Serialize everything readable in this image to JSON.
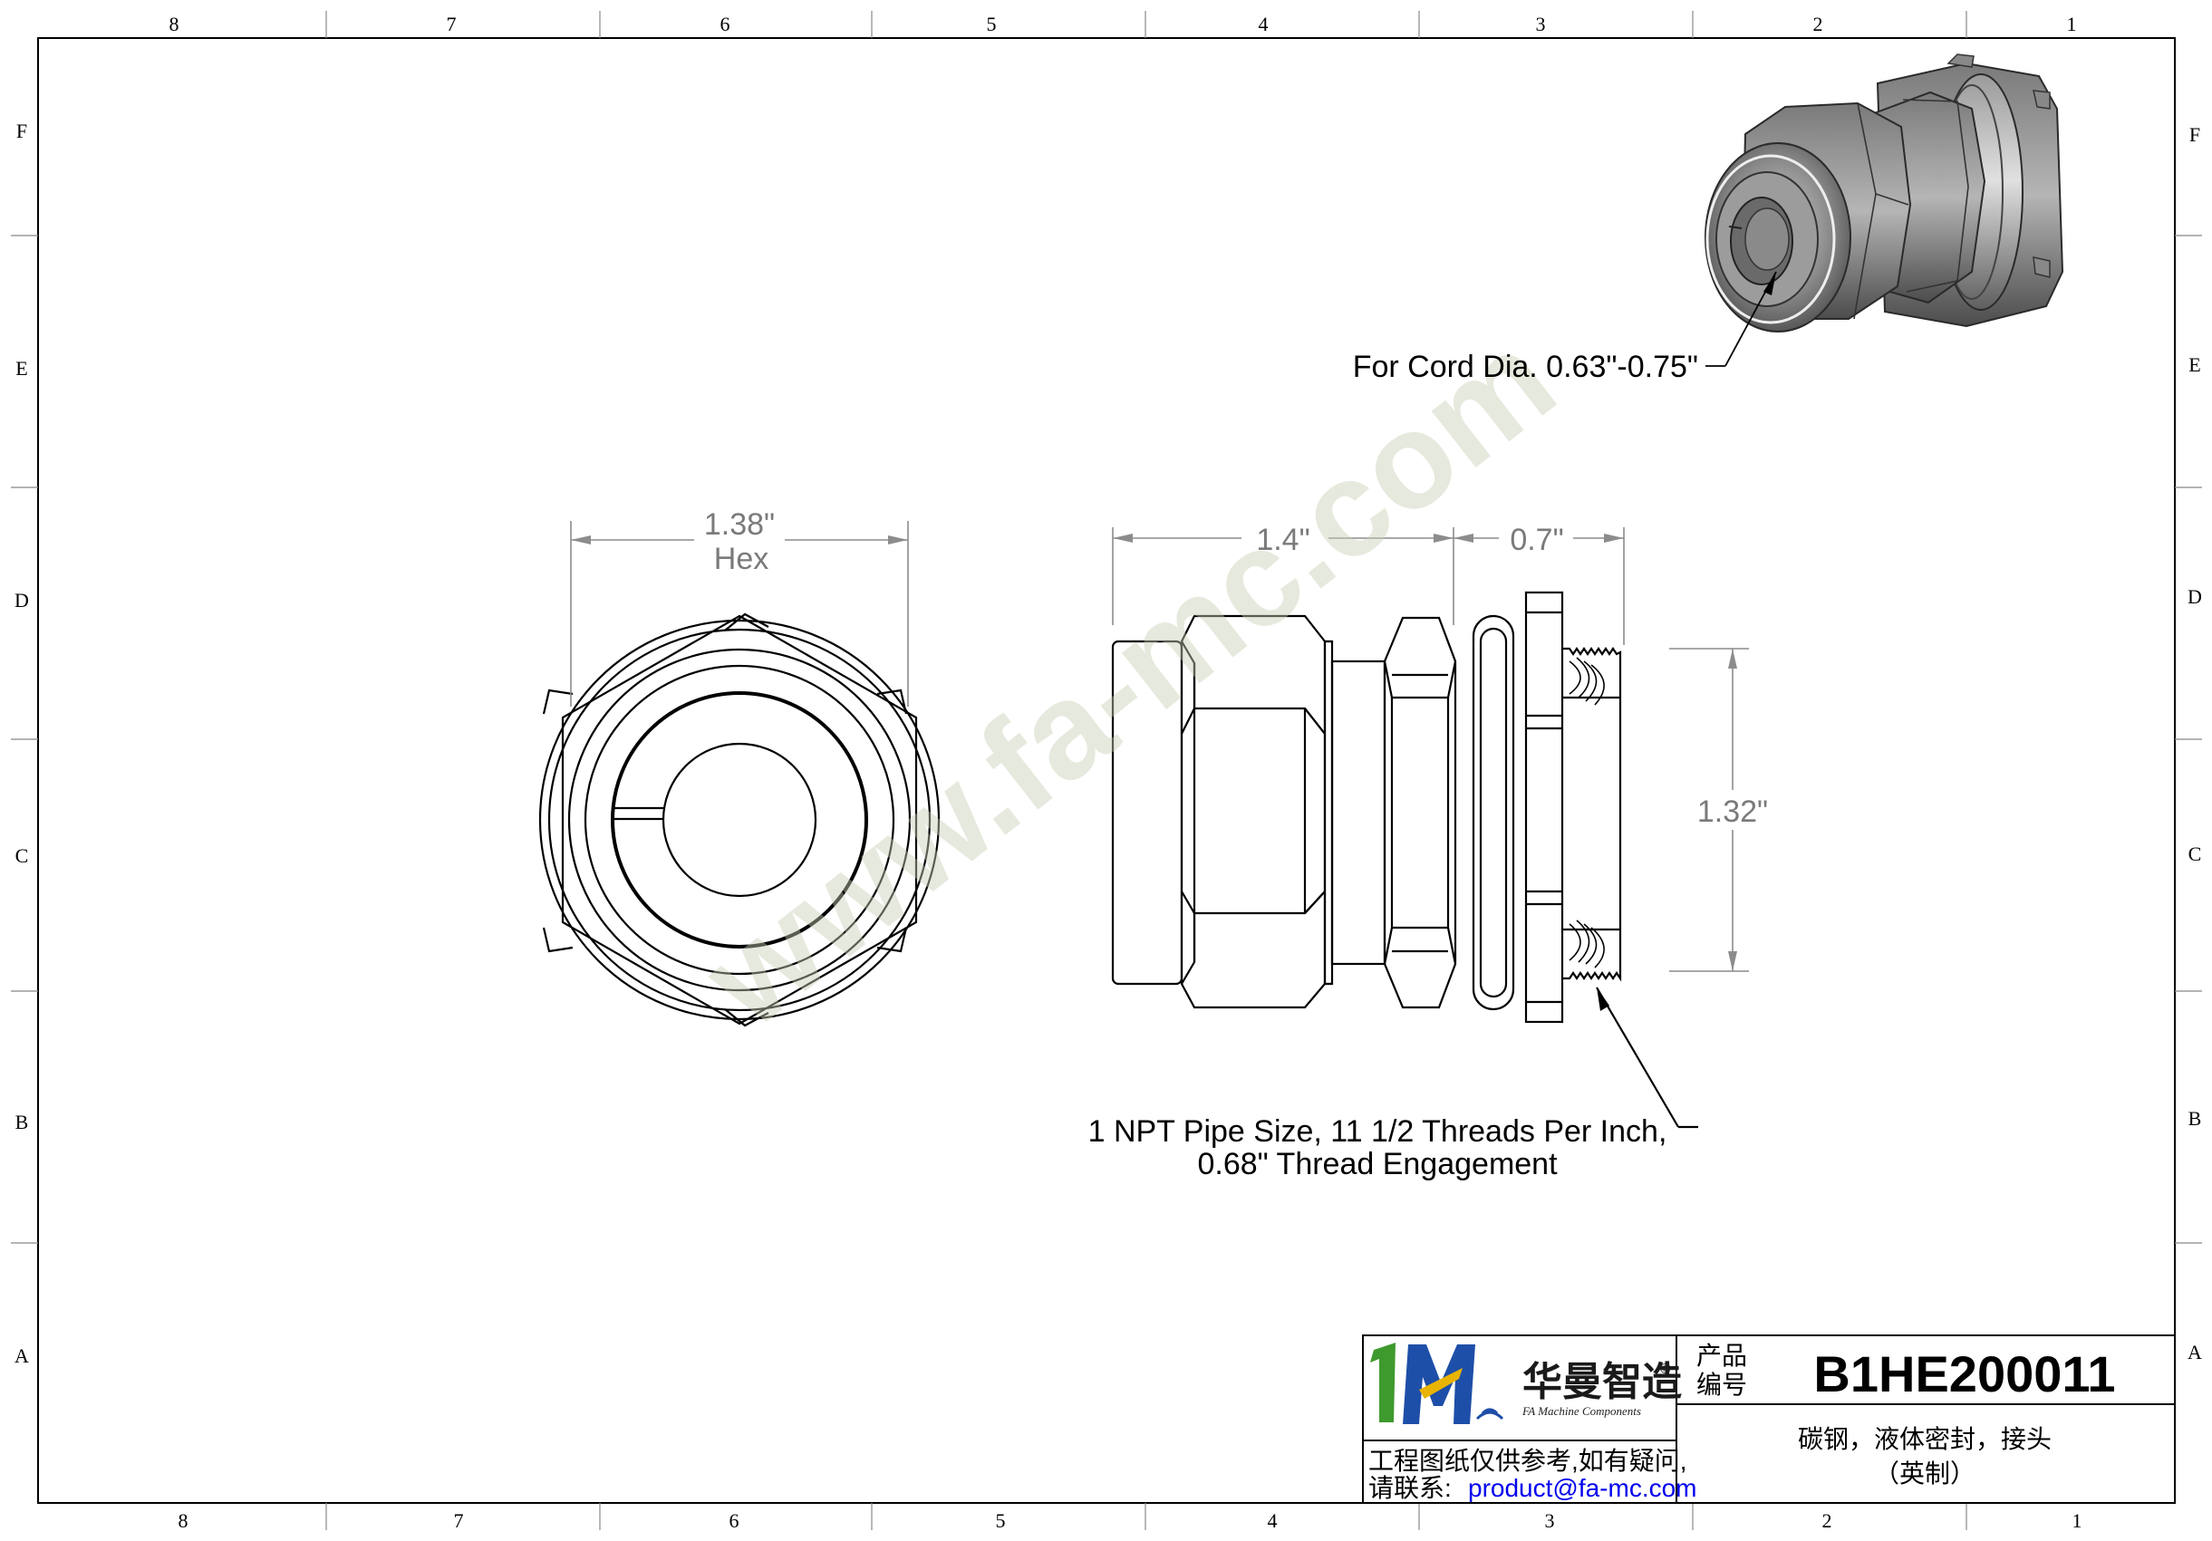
{
  "zones": {
    "columns": [
      "8",
      "7",
      "6",
      "5",
      "4",
      "3",
      "2",
      "1"
    ],
    "rows": [
      "F",
      "E",
      "D",
      "C",
      "B",
      "A"
    ]
  },
  "dimensions": {
    "hex_value": "1.38\"",
    "hex_label": "Hex",
    "length_main": "1.4\"",
    "length_thread": "0.7\"",
    "thread_diameter": "1.32\""
  },
  "notes": {
    "cord_dia": "For Cord Dia.  0.63\"-0.75\"",
    "thread_line1": "1 NPT Pipe Size, 11 1/2 Threads Per Inch,",
    "thread_line2": "0.68\" Thread Engagement"
  },
  "watermark": "www.fa-mc.com",
  "title_block": {
    "logo_cn": "华曼智造",
    "logo_en": "FA Machine Components",
    "registered": "®",
    "product_label_1": "产品",
    "product_label_2": "编号",
    "part_number": "B1HE200011",
    "description_1": "碳钢，液体密封，接头",
    "description_2": "（英制）",
    "notice_1": "工程图纸仅供参考,如有疑问,",
    "notice_2": "请联系:",
    "email": "product@fa-mc.com"
  },
  "colors": {
    "logo_green": "#3f9a2e",
    "logo_blue": "#1e4fa8",
    "logo_yellow": "#e8b400",
    "link_blue": "#0000ee",
    "dim_gray": "#7a7a7a"
  }
}
